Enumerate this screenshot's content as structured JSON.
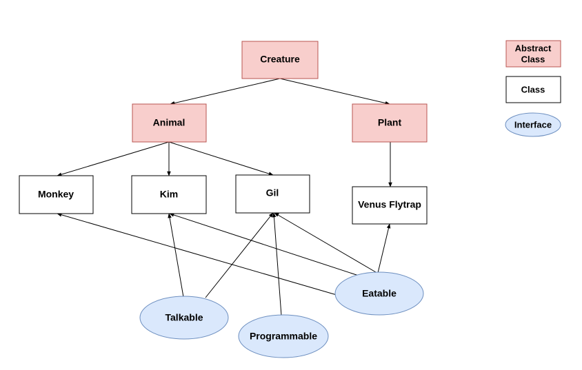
{
  "colors": {
    "abstract_fill": "#f8cecc",
    "abstract_stroke": "#b85450",
    "class_fill": "#ffffff",
    "class_stroke": "#000000",
    "interface_fill": "#dae8fc",
    "interface_stroke": "#6c8ebf",
    "edge": "#000000"
  },
  "nodes": {
    "creature": "Creature",
    "animal": "Animal",
    "plant": "Plant",
    "monkey": "Monkey",
    "kim": "Kim",
    "gil": "Gil",
    "venus_flytrap": "Venus Flytrap",
    "talkable": "Talkable",
    "programmable": "Programmable",
    "eatable": "Eatable"
  },
  "legend": {
    "abstract_line1": "Abstract",
    "abstract_line2": "Class",
    "class": "Class",
    "interface": "Interface"
  }
}
